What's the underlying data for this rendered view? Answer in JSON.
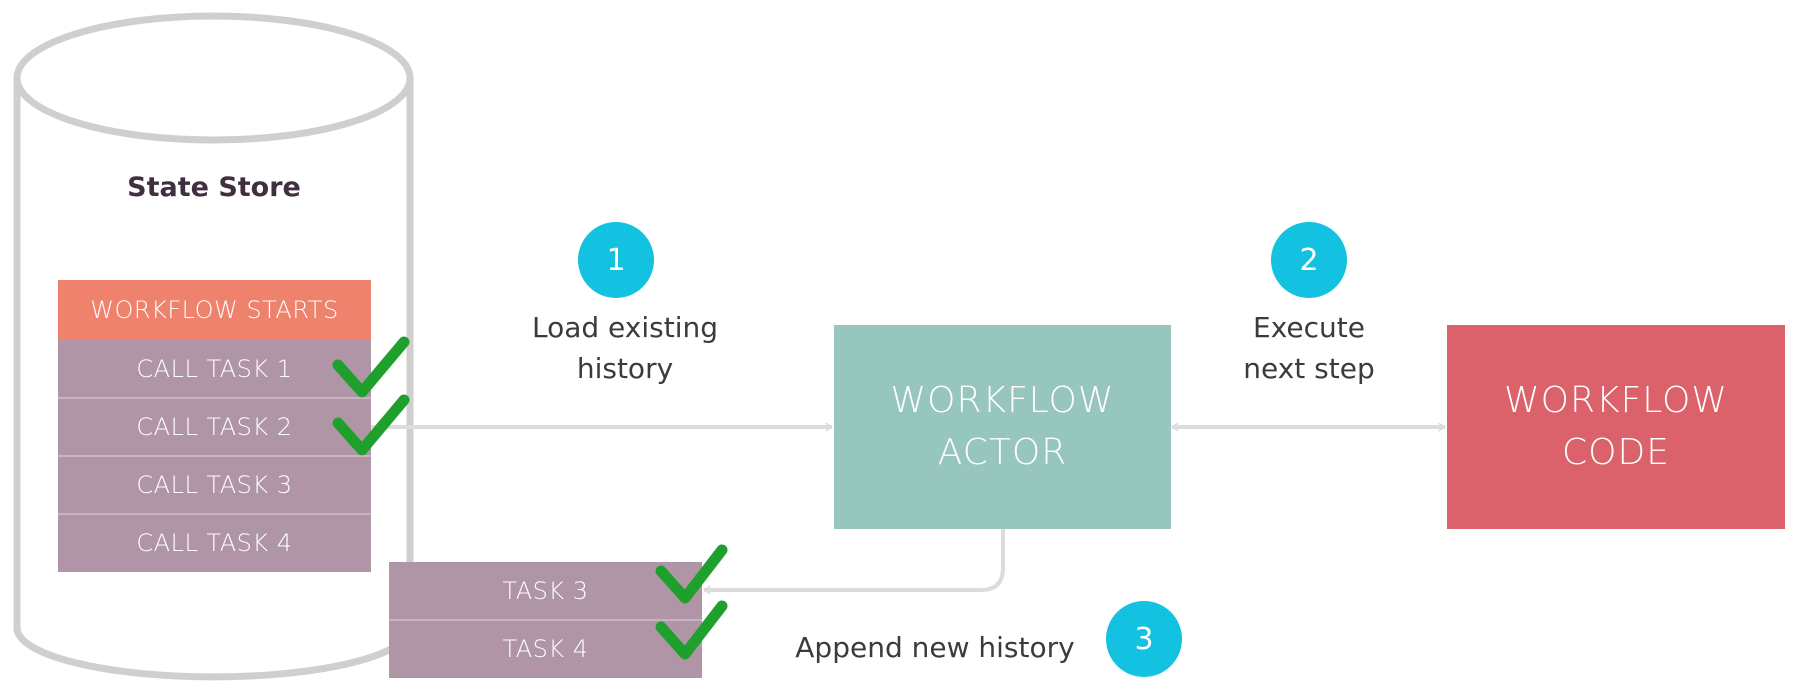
{
  "state_store": {
    "title": "State Store",
    "rows": [
      {
        "label": "WORKFLOW STARTS"
      },
      {
        "label": "CALL TASK 1",
        "checked": true
      },
      {
        "label": "CALL TASK 2",
        "checked": true
      },
      {
        "label": "CALL TASK 3",
        "checked": false
      },
      {
        "label": "CALL TASK 4",
        "checked": false
      }
    ]
  },
  "new_history": {
    "rows": [
      {
        "label": "TASK 3",
        "checked": true
      },
      {
        "label": "TASK 4",
        "checked": true
      }
    ]
  },
  "actor": {
    "line1": "WORKFLOW",
    "line2": "ACTOR"
  },
  "code": {
    "line1": "WORKFLOW",
    "line2": "CODE"
  },
  "steps": [
    {
      "number": "1",
      "line1": "Load existing",
      "line2": "history"
    },
    {
      "number": "2",
      "line1": "Execute",
      "line2": "next step"
    },
    {
      "number": "3",
      "text": "Append new history"
    }
  ],
  "colors": {
    "cylinder_stroke": "#cfcfcf",
    "workflow_starts": "#ef826c",
    "task_row": "#af95a6",
    "actor": "#97c6be",
    "code": "#db616b",
    "step_circle": "#12c2e0",
    "arrow": "#dcdcdc",
    "check": "#1fa02c"
  }
}
